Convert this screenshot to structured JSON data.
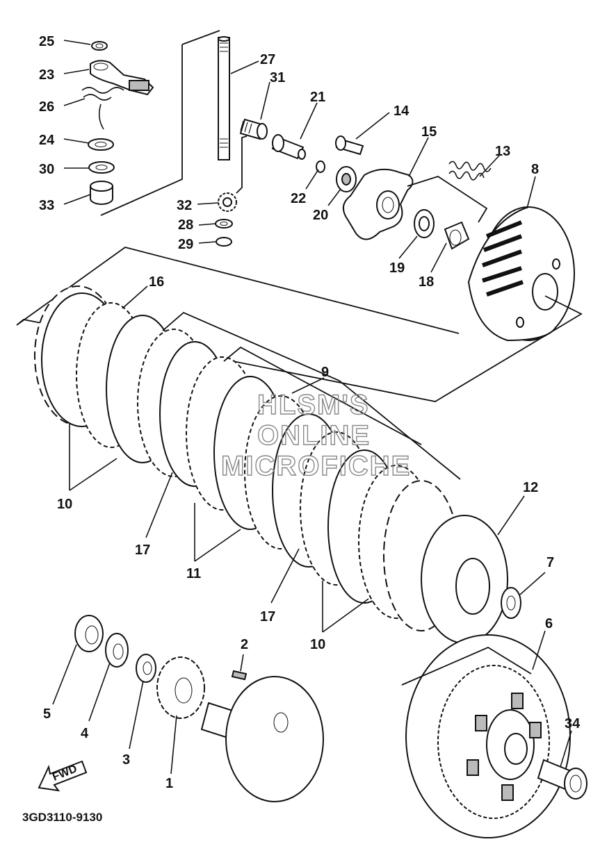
{
  "callouts": [
    {
      "id": "25",
      "text": "25"
    },
    {
      "id": "23",
      "text": "23"
    },
    {
      "id": "26",
      "text": "26"
    },
    {
      "id": "24",
      "text": "24"
    },
    {
      "id": "30",
      "text": "30"
    },
    {
      "id": "33",
      "text": "33"
    },
    {
      "id": "27",
      "text": "27"
    },
    {
      "id": "31",
      "text": "31"
    },
    {
      "id": "21",
      "text": "21"
    },
    {
      "id": "14",
      "text": "14"
    },
    {
      "id": "15",
      "text": "15"
    },
    {
      "id": "13",
      "text": "13"
    },
    {
      "id": "8",
      "text": "8"
    },
    {
      "id": "22",
      "text": "22"
    },
    {
      "id": "20",
      "text": "20"
    },
    {
      "id": "32",
      "text": "32"
    },
    {
      "id": "28",
      "text": "28"
    },
    {
      "id": "29",
      "text": "29"
    },
    {
      "id": "19",
      "text": "19"
    },
    {
      "id": "18",
      "text": "18"
    },
    {
      "id": "16",
      "text": "16"
    },
    {
      "id": "9",
      "text": "9"
    },
    {
      "id": "10a",
      "text": "10"
    },
    {
      "id": "17a",
      "text": "17"
    },
    {
      "id": "11",
      "text": "11"
    },
    {
      "id": "12",
      "text": "12"
    },
    {
      "id": "7",
      "text": "7"
    },
    {
      "id": "17b",
      "text": "17"
    },
    {
      "id": "10b",
      "text": "10"
    },
    {
      "id": "6",
      "text": "6"
    },
    {
      "id": "2",
      "text": "2"
    },
    {
      "id": "5",
      "text": "5"
    },
    {
      "id": "4",
      "text": "4"
    },
    {
      "id": "3",
      "text": "3"
    },
    {
      "id": "1",
      "text": "1"
    },
    {
      "id": "34",
      "text": "34"
    }
  ],
  "watermark": {
    "line1": "HLSM'S",
    "line2": "ONLINE",
    "line3": "MICROFICHE"
  },
  "fwd_label": "FWD",
  "diagram_code": "3GD3110-9130"
}
